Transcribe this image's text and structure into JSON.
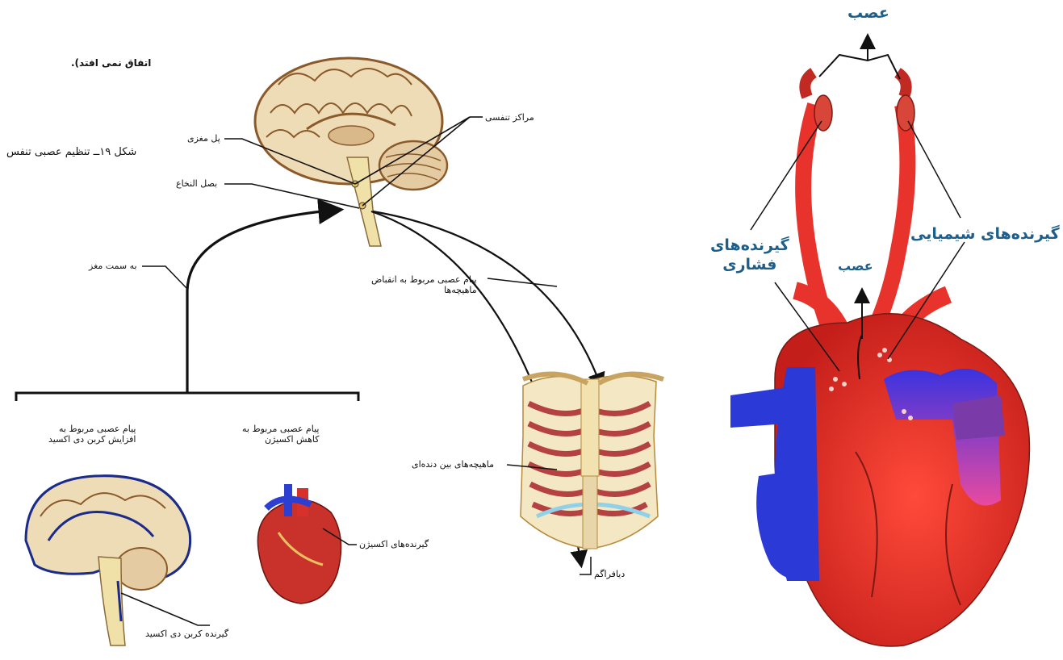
{
  "intro_fragment": "اتفاق نمی افتد).",
  "figure_caption": "شکل ۱۹ــ تنظیم عصبی تنفس",
  "left_diagram": {
    "pons_label": "پل مغزی",
    "respiratory_centers_label": "مراکز تنفسی",
    "medulla_label": "بصل النخاع",
    "to_brain_label": "به سمت مغز",
    "muscle_signal_label": "پیام عصبی مربوط به انقباض\nماهیچه‌ها",
    "co2_signal_label": "پیام عصبی مربوط به\nافزایش کربن دی اکسید",
    "o2_signal_label": "پیام عصبی مربوط به\nکاهش اکسیژن",
    "intercostal_label": "ماهیچه‌های بین دنده‌ای",
    "oxygen_receptor_label": "گیرنده‌های اکسیژن",
    "diaphragm_label": "دیافراگم",
    "co2_receptor_label": "گیرنده کربن دی اکسید"
  },
  "right_diagram": {
    "nerve_top_label": "عصب",
    "nerve_middle_label": "عصب",
    "baroreceptors_label": "گیرنده‌های\nفشاری",
    "chemoreceptors_label": "گیرنده‌های شیمیایی"
  },
  "colors": {
    "artery_red": "#e8322c",
    "vein_blue": "#2b39d6",
    "label_blue": "#1d5f8c",
    "brain_tan": "#e9d8b4",
    "brain_outline": "#8a5a2b"
  }
}
